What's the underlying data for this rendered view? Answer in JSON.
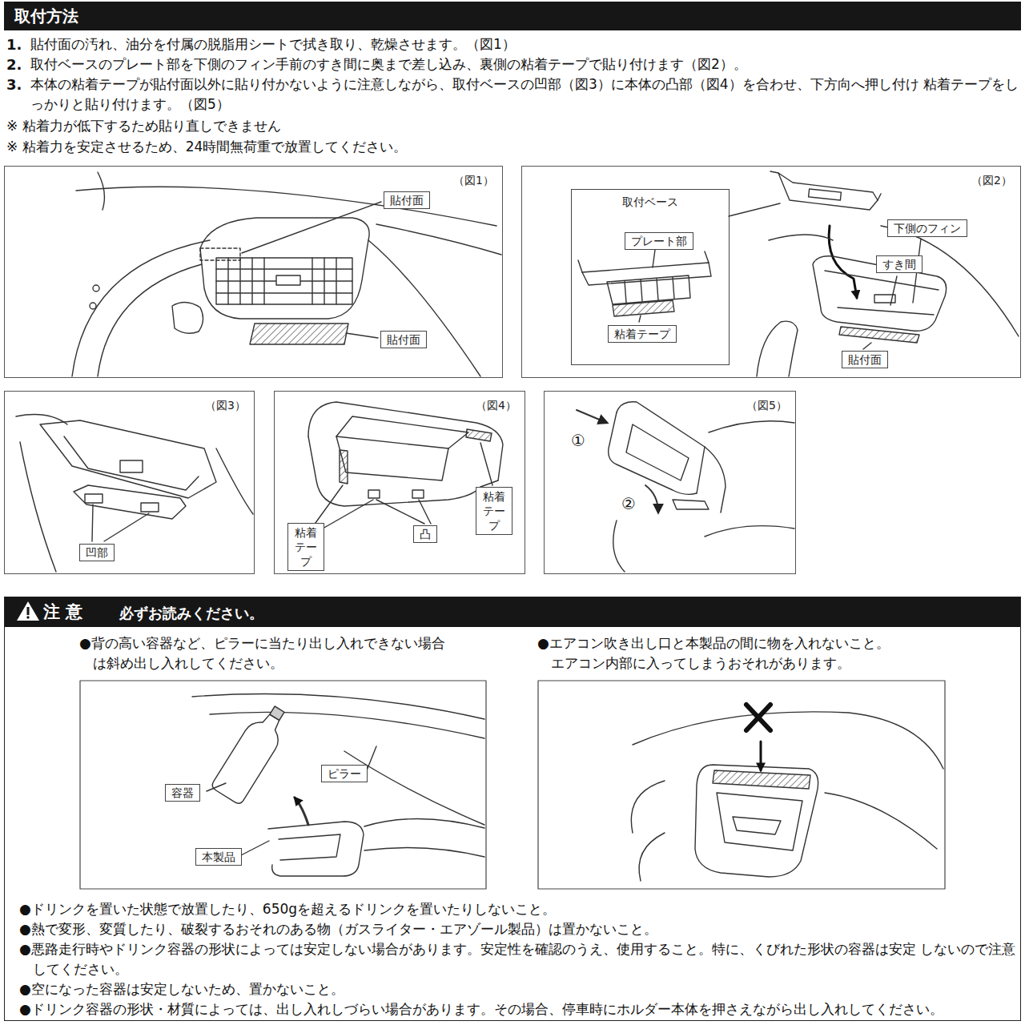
{
  "diagram": {
    "title": "取付方法",
    "nodes": [
      {
        "text": [
          "（図1）"
        ]
      },
      {
        "text": [
          "貼付面"
        ],
        "in": 0
      },
      {
        "text": [
          "貼付面"
        ],
        "in": 0
      },
      {
        "text": [
          "（図2）"
        ]
      },
      {
        "text": [
          "取付ベース"
        ],
        "in": 3
      },
      {
        "text": [
          "プレート部"
        ],
        "in": 4
      },
      {
        "text": [
          "粘着テープ"
        ],
        "in": 4
      },
      {
        "text": [
          "下側のフィン"
        ],
        "in": 3
      },
      {
        "text": [
          "すき間"
        ],
        "in": 3
      },
      {
        "text": [
          "貼付面"
        ],
        "in": 3
      },
      {
        "text": [
          "（図3）"
        ]
      },
      {
        "text": [
          "凹部"
        ],
        "in": 10
      },
      {
        "text": [
          "（図4）"
        ]
      },
      {
        "text": [
          "粘着 テープ"
        ],
        "in": 12
      },
      {
        "text": [
          "凸"
        ],
        "in": 12
      },
      {
        "text": [
          "粘着 テープ"
        ],
        "in": 12
      },
      {
        "text": [
          "（図5）"
        ]
      },
      {
        "text": [
          "注 意",
          "必ずお読みください。",
          "●背の高い容器など、ピラーに当たり出し入れできない場合 は斜め出し入れしてください。",
          "●エアコン吹き出し口と本製品の間に物を入れないこと。 エアコン内部に入ってしまうおそれがあります。",
          "●ドリンクを置いた状態で放置したり、650gを超えるドリンクを置いたりしないこと。",
          "●熱で変形、変質したり、破裂するおそれのある物（ガスライター・エアゾール製品）は置かないこと。",
          "●悪路走行時やドリンク容器の形状によっては安定しない場合があります。安定性を確認のうえ、使用すること。特に、くびれた形状の容器は安定 しないので注意してください。",
          "●空になった容器は安定しないため、置かないこと。",
          "●ドリンク容器の形状・材質によっては、出し入れしづらい場合があります。その場合、停車時にホルダー本体を押さえながら出し入れしてください。"
        ]
      },
      {
        "text": [
          "ピラー"
        ],
        "in": 17
      },
      {
        "text": [
          "容器"
        ],
        "in": 17
      },
      {
        "text": [
          "本製品"
        ],
        "in": 17
      }
    ],
    "labels": [
      "1.",
      "貼付面の汚れ、油分を付属の脱脂用シートで拭き取り、乾燥させます。（図1）",
      "2.",
      "取付ベースのプレート部を下側のフィン手前のすき間に奥まで差し込み、裏側の粘着テープで貼り付けます（図2）。",
      "3.",
      "本体の粘着テープが貼付面以外に貼り付かないように注意しながら、取付ベースの凹部（図3）に本体の凸部（図4）を合わせ、下方向へ押し付け 粘着テープをしっかりと貼り付けます。（図5）",
      "※ 粘着力が低下するため貼り直しできません",
      "※ 粘着力を安定させるため、24時間無荷重で放置してください。",
      "①",
      "②"
    ]
  }
}
